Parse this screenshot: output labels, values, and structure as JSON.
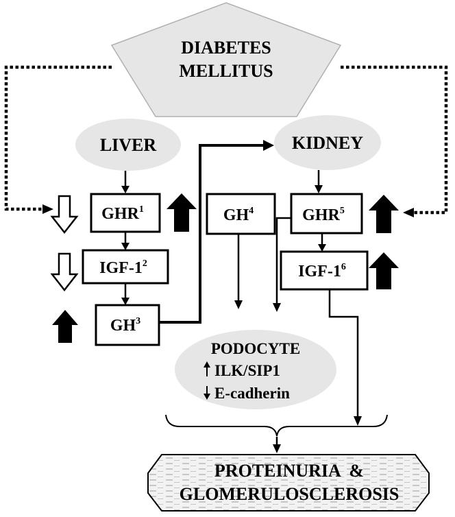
{
  "diabetes": {
    "line1": "DIABETES",
    "line2": "MELLITUS"
  },
  "liver": {
    "label": "LIVER"
  },
  "kidney": {
    "label": "KIDNEY"
  },
  "boxes": {
    "ghr1": {
      "text": "GHR",
      "sup": "1"
    },
    "igf1_2": {
      "text": "IGF-1",
      "sup": "2"
    },
    "gh3": {
      "text": "GH",
      "sup": "3"
    },
    "gh4": {
      "text": "GH",
      "sup": "4"
    },
    "ghr5": {
      "text": "GHR",
      "sup": "5"
    },
    "igf1_6": {
      "text": "IGF-1",
      "sup": "6"
    }
  },
  "podocyte": {
    "title": "PODOCYTE",
    "line1": "ILK/SIP1",
    "line2": "E-cadherin"
  },
  "outcome": {
    "line1": "PROTEINURIA  &",
    "line2": "GLOMERULOSCLEROSIS"
  },
  "colors": {
    "shape_fill": "#e6e6e6",
    "line": "#000000",
    "up_arrow": "#000000",
    "down_arrow": "#ffffff"
  }
}
